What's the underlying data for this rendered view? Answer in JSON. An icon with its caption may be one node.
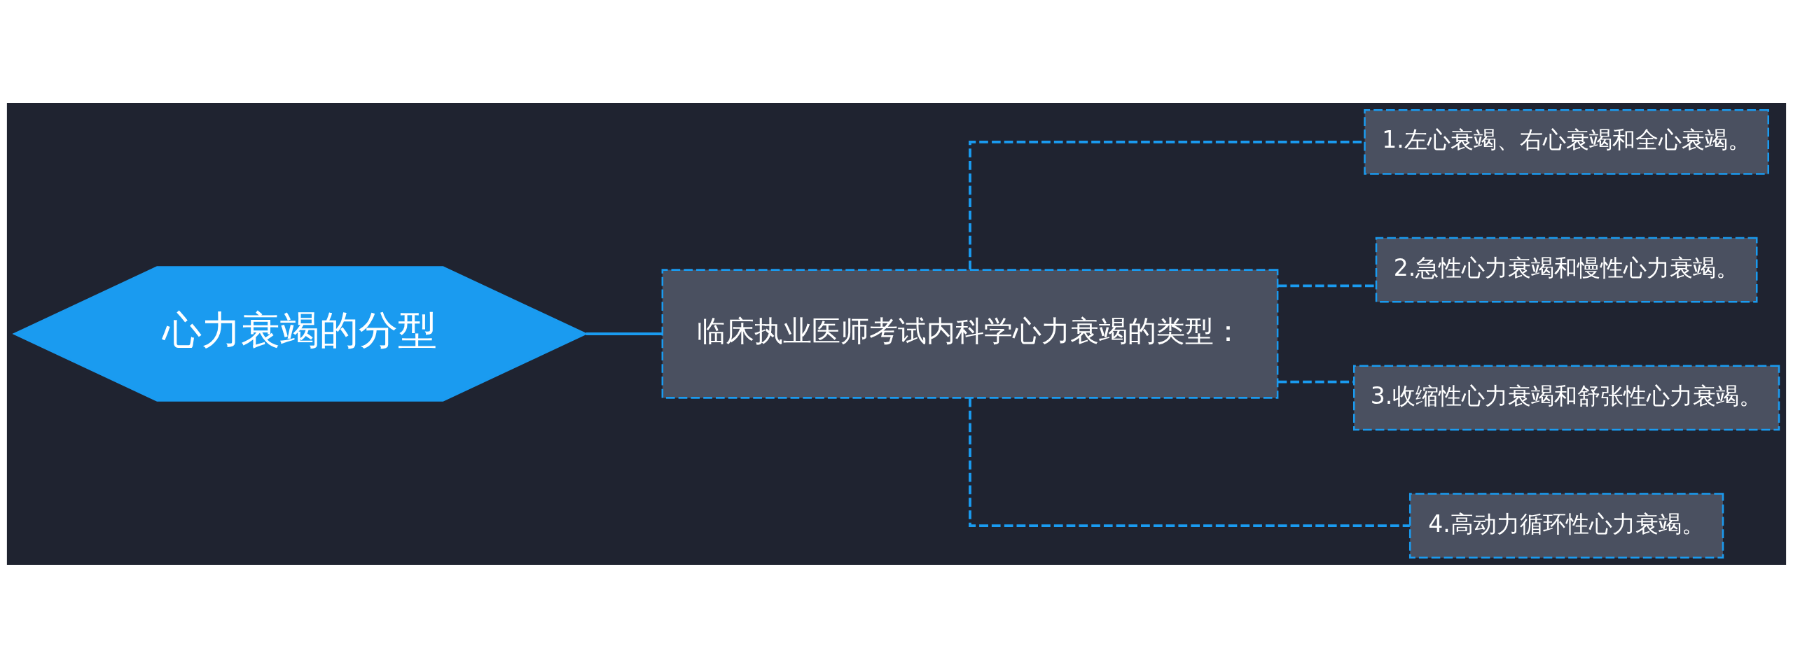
{
  "diagram": {
    "nodes": [
      {
        "text": [
          "心力衰竭的分型"
        ]
      },
      {
        "text": [
          "临床执业医师考试内科学心力衰竭的类型："
        ]
      },
      {
        "text": [
          "1.左心衰竭、右心衰竭和全心衰竭。"
        ]
      },
      {
        "text": [
          "2.急性心力衰竭和慢性心力衰竭。"
        ]
      },
      {
        "text": [
          "3.收缩性心力衰竭和舒张性心力衰竭。"
        ]
      },
      {
        "text": [
          "4.高动力循环性心力衰竭。"
        ]
      }
    ],
    "edges": [
      {
        "from": 0,
        "to": 1,
        "arrow": "none"
      },
      {
        "from": 1,
        "to": 2,
        "arrow": "none",
        "style": "dashed"
      },
      {
        "from": 1,
        "to": 3,
        "arrow": "none",
        "style": "dashed"
      },
      {
        "from": 1,
        "to": 4,
        "arrow": "none",
        "style": "dashed"
      },
      {
        "from": 1,
        "to": 5,
        "arrow": "none",
        "style": "dashed"
      }
    ]
  }
}
